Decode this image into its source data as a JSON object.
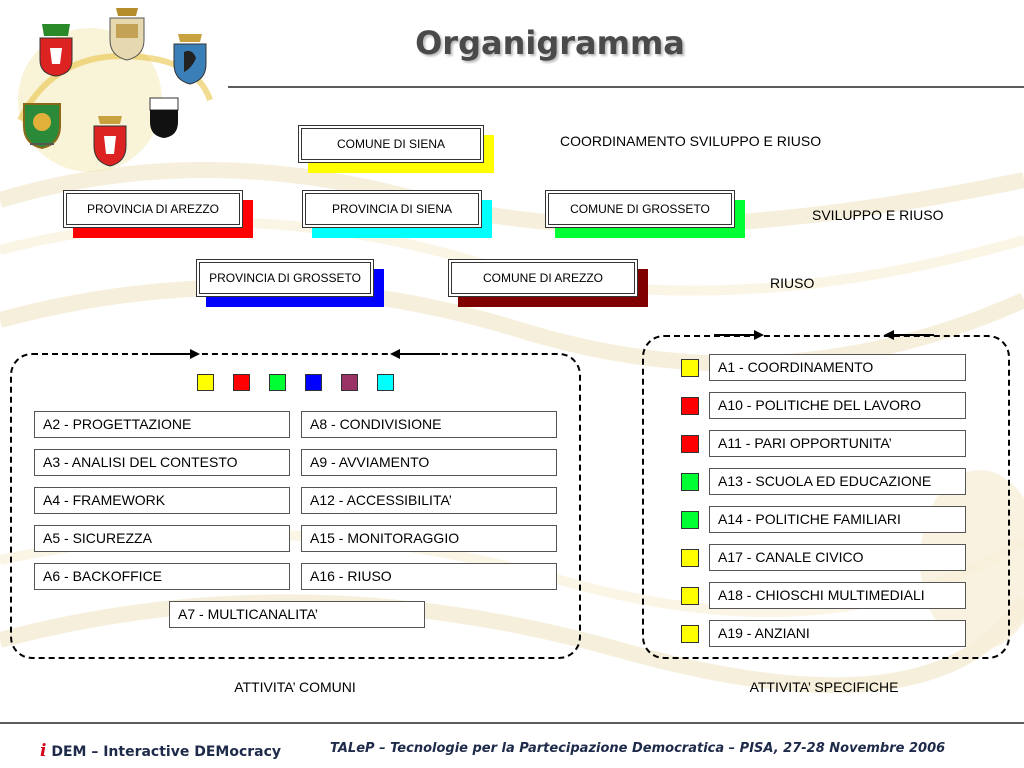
{
  "title": "Organigramma",
  "colors": {
    "yellow": "#ffff00",
    "red": "#ff0000",
    "green": "#00ff33",
    "blue": "#0000ff",
    "magenta": "#993366",
    "cyan": "#00ffff",
    "maroon": "#800000"
  },
  "logos": [
    "coat-of-arms-icon",
    "coat-of-arms-icon",
    "coat-of-arms-icon",
    "coat-of-arms-icon",
    "coat-of-arms-icon",
    "coat-of-arms-icon"
  ],
  "org": {
    "coordinamento": {
      "name": "COMUNE DI SIENA",
      "shadow": "#ffff00"
    },
    "sviluppo": [
      {
        "name": "PROVINCIA DI AREZZO",
        "shadow": "#ff0000"
      },
      {
        "name": "PROVINCIA DI SIENA",
        "shadow": "#00ffff"
      },
      {
        "name": "COMUNE DI GROSSETO",
        "shadow": "#00ff33"
      }
    ],
    "riuso": [
      {
        "name": "PROVINCIA DI GROSSETO",
        "shadow": "#0000ff"
      },
      {
        "name": "COMUNE DI AREZZO",
        "shadow": "#800000"
      }
    ]
  },
  "roles": {
    "coordinamento": "COORDINAMENTO SVILUPPO E RIUSO",
    "sviluppo": "SVILUPPO E RIUSO",
    "riuso": "RIUSO"
  },
  "common": {
    "label": "ATTIVITA’ COMUNI",
    "swatches": [
      "#ffff00",
      "#ff0000",
      "#00ff33",
      "#0000ff",
      "#993366",
      "#00ffff"
    ],
    "left": [
      "A2 - PROGETTAZIONE",
      "A3 - ANALISI DEL CONTESTO",
      "A4 - FRAMEWORK",
      "A5 - SICUREZZA",
      "A6 - BACKOFFICE"
    ],
    "right": [
      "A8 - CONDIVISIONE",
      "A9 - AVVIAMENTO",
      "A12 - ACCESSIBILITA’",
      "A15 - MONITORAGGIO",
      "A16 - RIUSO"
    ],
    "bottom": "A7 - MULTICANALITA’"
  },
  "specific": {
    "label": "ATTIVITA’ SPECIFICHE",
    "items": [
      {
        "label": "A1 - COORDINAMENTO",
        "color": "#ffff00"
      },
      {
        "label": "A10 - POLITICHE DEL LAVORO",
        "color": "#ff0000"
      },
      {
        "label": "A11 - PARI OPPORTUNITA’",
        "color": "#ff0000"
      },
      {
        "label": "A13 - SCUOLA ED EDUCAZIONE",
        "color": "#00ff33"
      },
      {
        "label": "A14 - POLITICHE FAMILIARI",
        "color": "#00ff33"
      },
      {
        "label": "A17 - CANALE CIVICO",
        "color": "#ffff00"
      },
      {
        "label": "A18 - CHIOSCHI MULTIMEDIALI",
        "color": "#ffff00"
      },
      {
        "label": "A19 - ANZIANI",
        "color": "#ffff00"
      }
    ]
  },
  "footer": {
    "left_i": "i",
    "left_text": "DEM – Interactive DEMocracy",
    "right": "TALeP – Tecnologie per la Partecipazione Democratica – PISA, 27-28 Novembre 2006"
  }
}
